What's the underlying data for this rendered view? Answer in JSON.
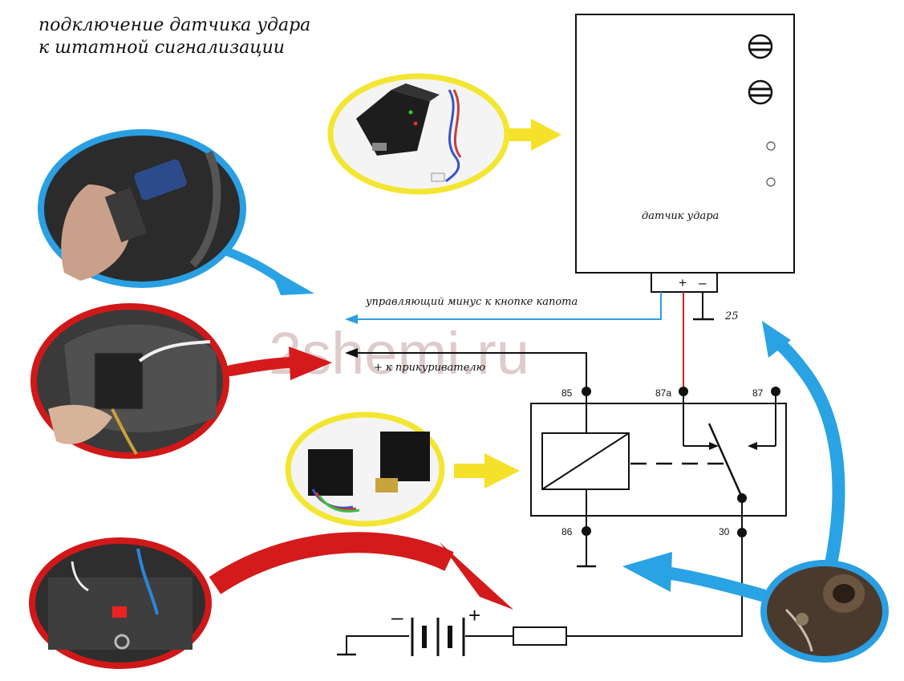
{
  "title": {
    "line1": "подключение датчика удара",
    "line2": "к штатной сигнализации"
  },
  "sensor": {
    "label": "датчик удара",
    "plus_sign": "+",
    "minus_sign": "–"
  },
  "wires": {
    "hood_minus": "управляющий минус к кнопке капота",
    "lighter_plus": "+ к прикуривателю"
  },
  "ground_number": "25",
  "relay": {
    "pins": {
      "p85": "85",
      "p87a": "87a",
      "p87": "87",
      "p86": "86",
      "p30": "30"
    }
  },
  "battery": {
    "minus_sign": "–",
    "plus_sign": "+"
  },
  "watermark": "2shemi.ru",
  "colors": {
    "blue_wire": "#2f9ee0",
    "red_wire": "#d62020",
    "blue_arrow": "#2aa3e4",
    "red_arrow": "#d41a1a",
    "yellow_arrow": "#f5e12a",
    "yellow_ring": "#f3e632",
    "blue_ring": "#2a9fe2",
    "red_ring": "#d01818"
  }
}
